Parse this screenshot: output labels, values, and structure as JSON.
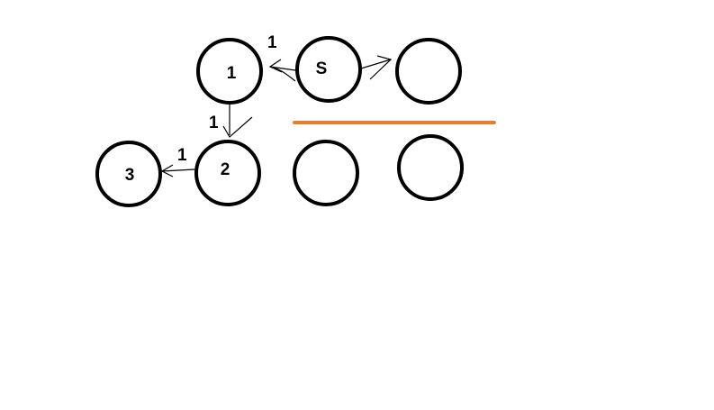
{
  "diagram": {
    "divider_color": "#ee7d2a",
    "nodes": {
      "s": {
        "label": "S"
      },
      "n1": {
        "label": "1"
      },
      "n2": {
        "label": "2"
      },
      "n3": {
        "label": "3"
      },
      "top_right": {
        "label": ""
      },
      "bottom_mid": {
        "label": ""
      },
      "bottom_right": {
        "label": ""
      }
    },
    "edges": {
      "s_to_1": {
        "label": "1"
      },
      "n1_to_2": {
        "label": "1"
      },
      "n2_to_3": {
        "label": "1"
      },
      "s_to_top_right": {
        "label": ""
      }
    }
  }
}
